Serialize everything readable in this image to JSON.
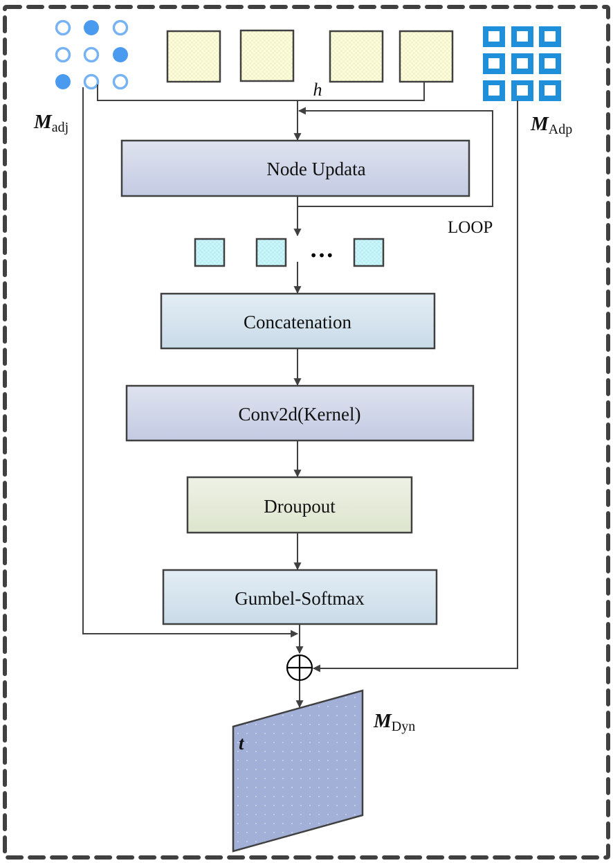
{
  "diagram": {
    "title": "Dynamic graph generation module",
    "inputs": {
      "adjacency": {
        "symbol": "M",
        "subscript": "adj",
        "icon": "dot-grid-icon",
        "cells": [
          [
            "ring",
            "filled",
            "ring"
          ],
          [
            "ring",
            "ring",
            "filled"
          ],
          [
            "filled",
            "ring",
            "ring"
          ]
        ],
        "color": "#4a9af0"
      },
      "hidden_label": "h",
      "hidden_squares": 4,
      "hidden_square_color": "#fdfdd6",
      "adaptive": {
        "symbol": "M",
        "subscript": "Adp",
        "icon": "square-grid-icon",
        "color": "#1e8fd8"
      }
    },
    "blocks": [
      {
        "id": "node-update",
        "label": "Node Updata",
        "fill_top": "#dfe3ef",
        "fill_bottom": "#c3cbe3"
      },
      {
        "id": "concatenation",
        "label": "Concatenation",
        "fill_top": "#e3edf4",
        "fill_bottom": "#c9dbe8"
      },
      {
        "id": "conv2d",
        "label": "Conv2d(Kernel)",
        "fill_top": "#dfe3ef",
        "fill_bottom": "#c3cbe3"
      },
      {
        "id": "dropout",
        "label": "Droupout",
        "fill_top": "#eef1e6",
        "fill_bottom": "#dde5cd"
      },
      {
        "id": "gumbel-softmax",
        "label": "Gumbel-Softmax",
        "fill_top": "#e3edf4",
        "fill_bottom": "#c9dbe8"
      }
    ],
    "loop_label": "LOOP",
    "intermediate": {
      "squares": 3,
      "ellipsis": "•••",
      "color": "#c8f6fa"
    },
    "combine_operator": "⊕",
    "output": {
      "symbol": "M",
      "subscript": "Dyn",
      "time_label": "t",
      "color": "#a2b0d8"
    },
    "line_color": "#404040",
    "border_color": "#404040"
  }
}
